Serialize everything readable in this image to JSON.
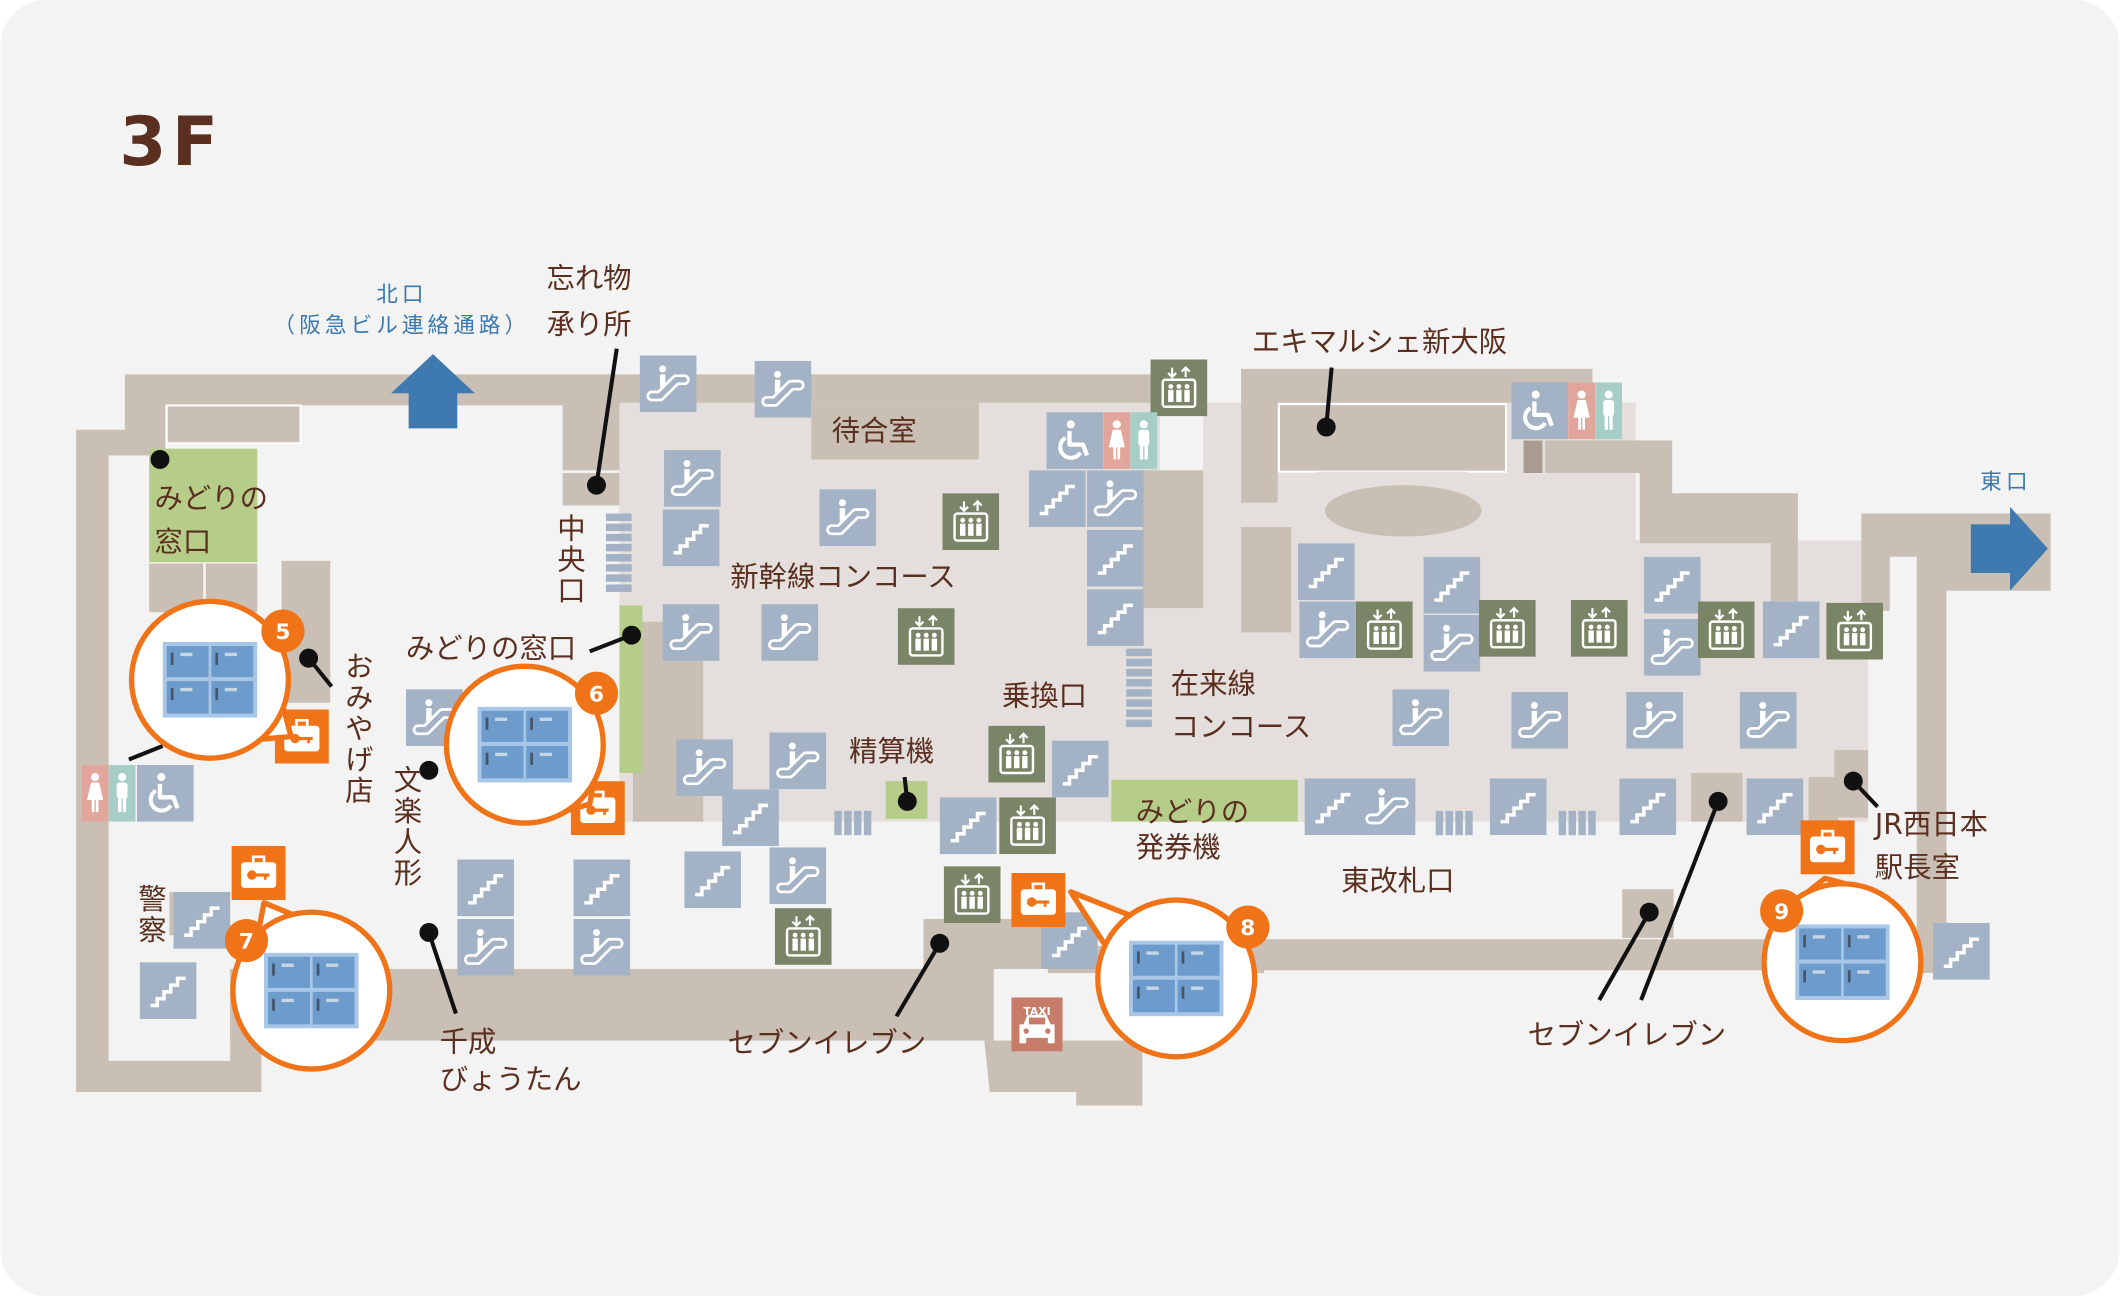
{
  "floor": "3F",
  "colors": {
    "background": "#f3f3f3",
    "wall": "#c9bfb5",
    "concourse": "#e4dfdc",
    "ticket_office": "#b6cd89",
    "facility_icon": "#a3b3c5",
    "elevator_icon": "#7a8467",
    "locker_accent": "#f07318",
    "text": "#5a2f1f",
    "exit": "#3e7ab0"
  },
  "exits": {
    "north": {
      "label": "北口",
      "sub": "（阪急ビル連絡通路）"
    },
    "east": {
      "label": "東口"
    }
  },
  "labels": {
    "lost_found_1": "忘れ物",
    "lost_found_2": "承り所",
    "waiting_room": "待合室",
    "ekimarche": "エキマルシェ新大阪",
    "midori_left_1": "みどりの",
    "midori_left_2": "窓口",
    "central_gate": "中央口",
    "shinkansen_concourse": "新幹線コンコース",
    "midori_center": "みどりの窓口",
    "souvenir": "おみやげ店",
    "bunraku": "文楽人形",
    "police": "警察",
    "transfer_gate": "乗換口",
    "fare_adjust": "精算機",
    "zairaisen_1": "在来線",
    "zairaisen_2": "コンコース",
    "ticket_machine_1": "みどりの",
    "ticket_machine_2": "発券機",
    "east_gate": "東改札口",
    "jr_west_1": "JR西日本",
    "jr_west_2": "駅長室",
    "sennari_1": "千成",
    "sennari_2": "びょうたん",
    "seven_center": "セブンイレブン",
    "seven_right": "セブンイレブン",
    "taxi": "TAXI"
  },
  "lockers": [
    {
      "number": "5"
    },
    {
      "number": "6"
    },
    {
      "number": "7"
    },
    {
      "number": "8"
    },
    {
      "number": "9"
    }
  ]
}
